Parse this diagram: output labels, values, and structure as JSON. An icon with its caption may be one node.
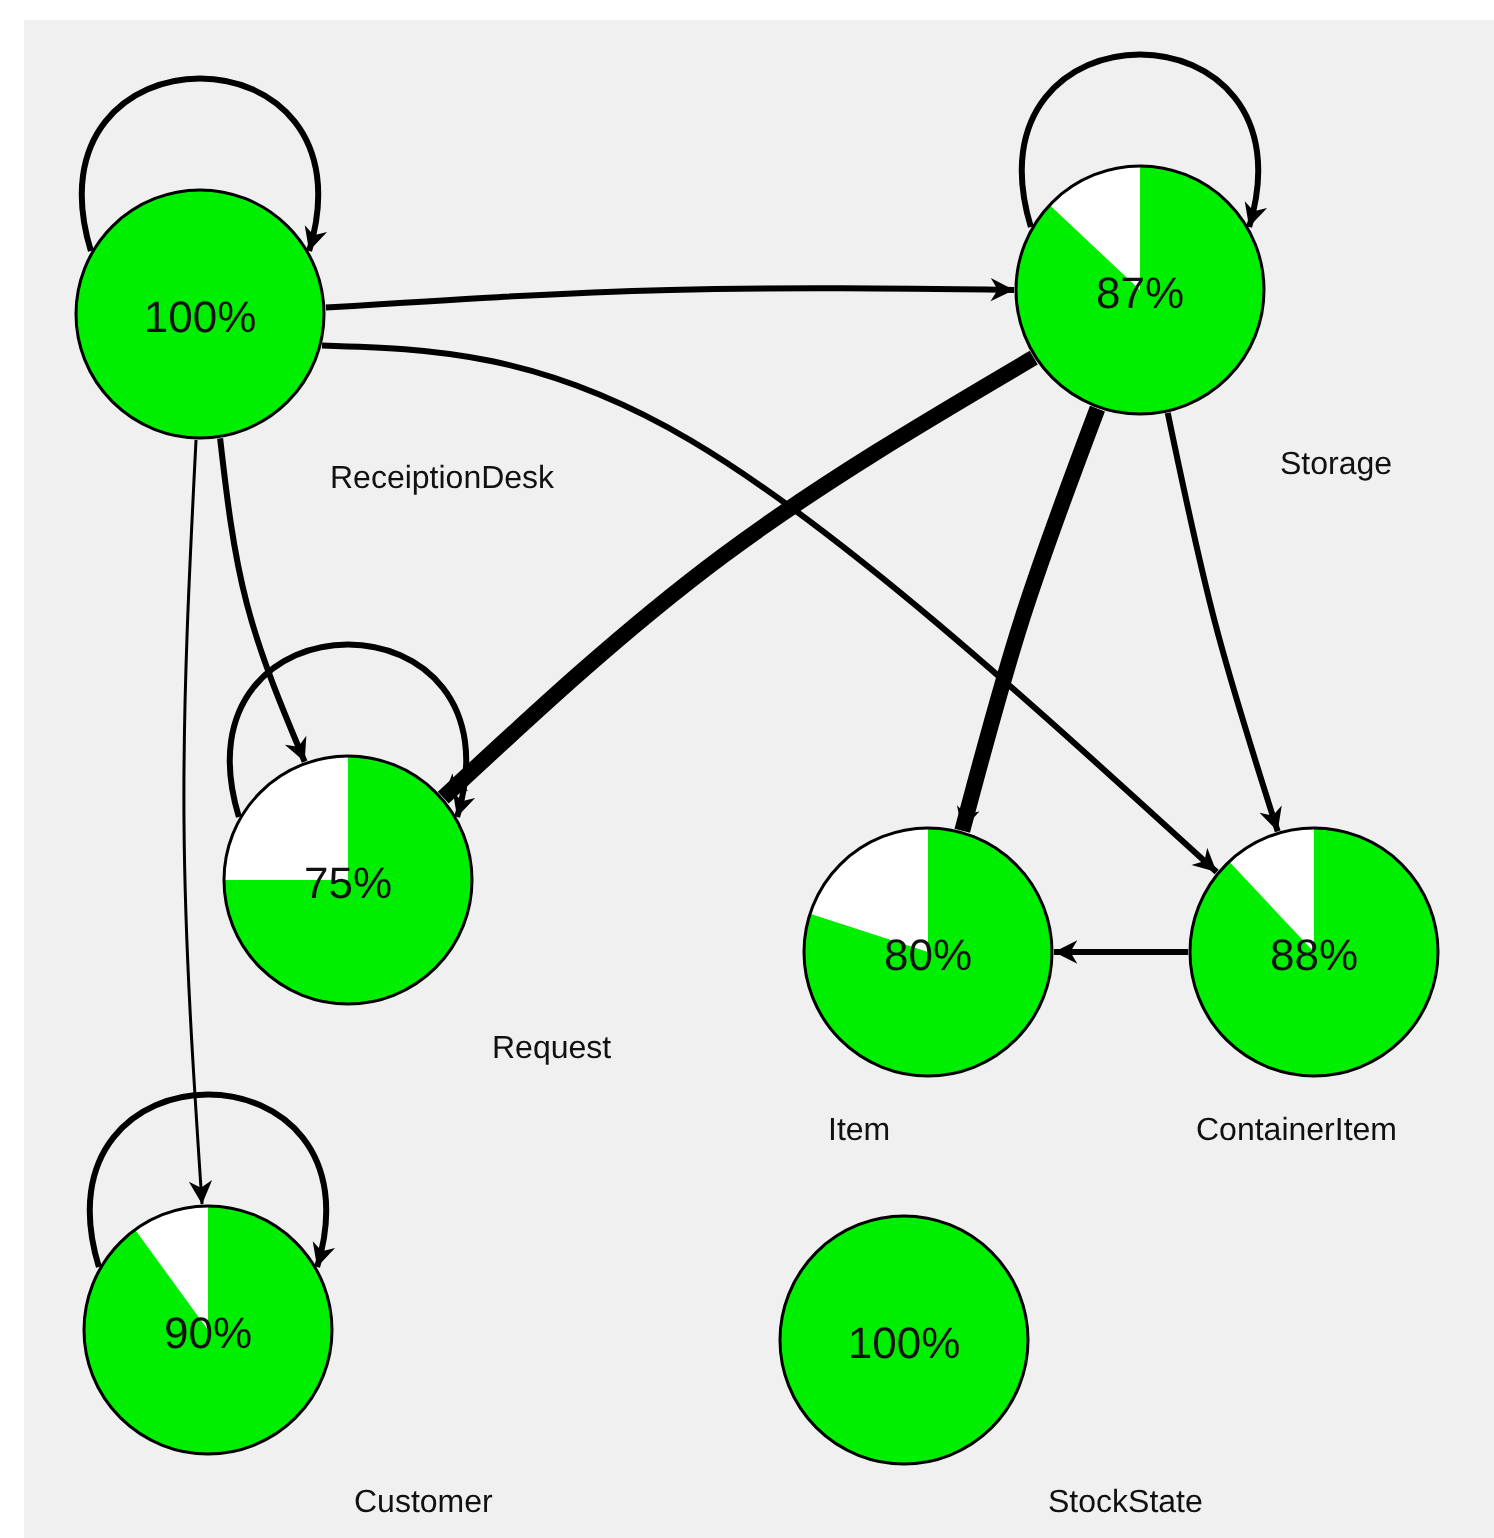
{
  "diagram": {
    "nodes": [
      {
        "text": [
          "100%"
        ],
        "beside": [
          "ReceiptionDesk"
        ]
      },
      {
        "text": [
          "87%"
        ],
        "beside": [
          "Storage"
        ]
      },
      {
        "text": [
          "75%"
        ],
        "beside": [
          "Request"
        ]
      },
      {
        "text": [
          "80%"
        ],
        "beside": [
          "Item"
        ]
      },
      {
        "text": [
          "88%"
        ],
        "beside": [
          "ContainerItem"
        ]
      },
      {
        "text": [
          "90%"
        ],
        "beside": [
          "Customer"
        ]
      },
      {
        "text": [
          "100%"
        ],
        "beside": [
          "StockState"
        ]
      }
    ],
    "edges": [
      {
        "from": 0,
        "to": 0,
        "arrow": "to"
      },
      {
        "from": 0,
        "to": 1,
        "arrow": "to"
      },
      {
        "from": 0,
        "to": 2,
        "arrow": "to"
      },
      {
        "from": 0,
        "to": 5,
        "arrow": "to"
      },
      {
        "from": 0,
        "to": 4,
        "arrow": "to"
      },
      {
        "from": 1,
        "to": 1,
        "arrow": "to"
      },
      {
        "from": 1,
        "to": 2,
        "arrow": "to",
        "style": "thick"
      },
      {
        "from": 1,
        "to": 3,
        "arrow": "to",
        "style": "thick"
      },
      {
        "from": 1,
        "to": 4,
        "arrow": "to"
      },
      {
        "from": 2,
        "to": 2,
        "arrow": "to"
      },
      {
        "from": 4,
        "to": 3,
        "arrow": "to"
      },
      {
        "from": 5,
        "to": 5,
        "arrow": "to"
      }
    ]
  }
}
